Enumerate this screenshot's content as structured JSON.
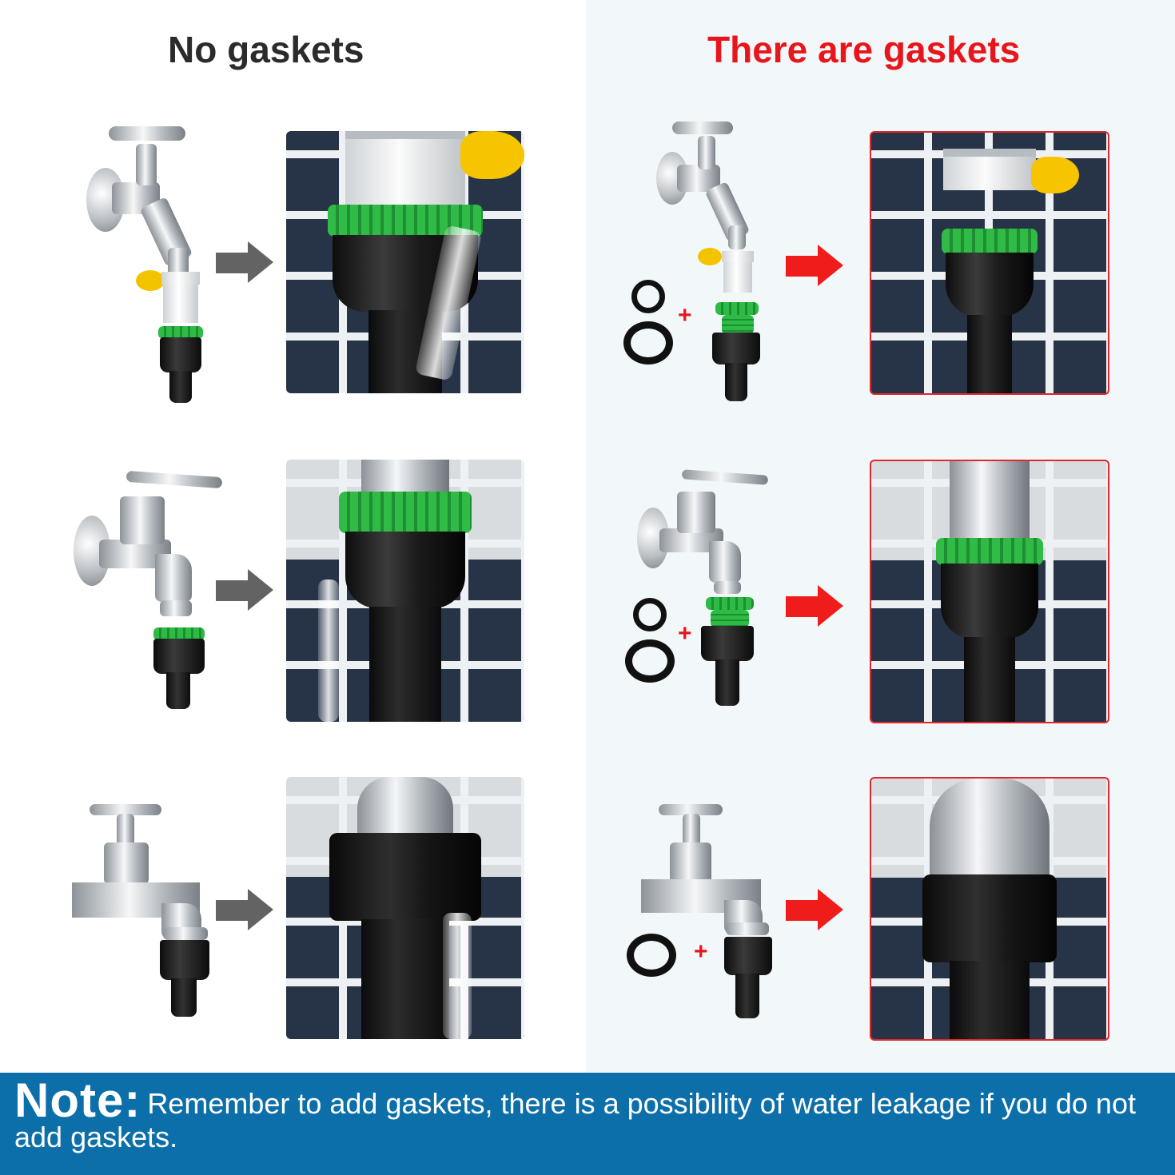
{
  "headings": {
    "left": "No gaskets",
    "right": "There are gaskets"
  },
  "plus_sign": "+",
  "note": {
    "label": "Note:",
    "text": "Remember to add gaskets, there is a possibility of water leakage if you do not add gaskets."
  },
  "colors": {
    "heading_left": "#2b2b2b",
    "heading_right": "#e8161c",
    "arrow_left": "#636363",
    "arrow_right": "#f01c1c",
    "note_bar": "#0c6fa9",
    "photo_border_right": "#e0292e"
  },
  "icons": {
    "arrow_left": "arrow-right-gray-icon",
    "arrow_right": "arrow-right-red-icon",
    "gasket": "o-ring-gasket-icon"
  }
}
